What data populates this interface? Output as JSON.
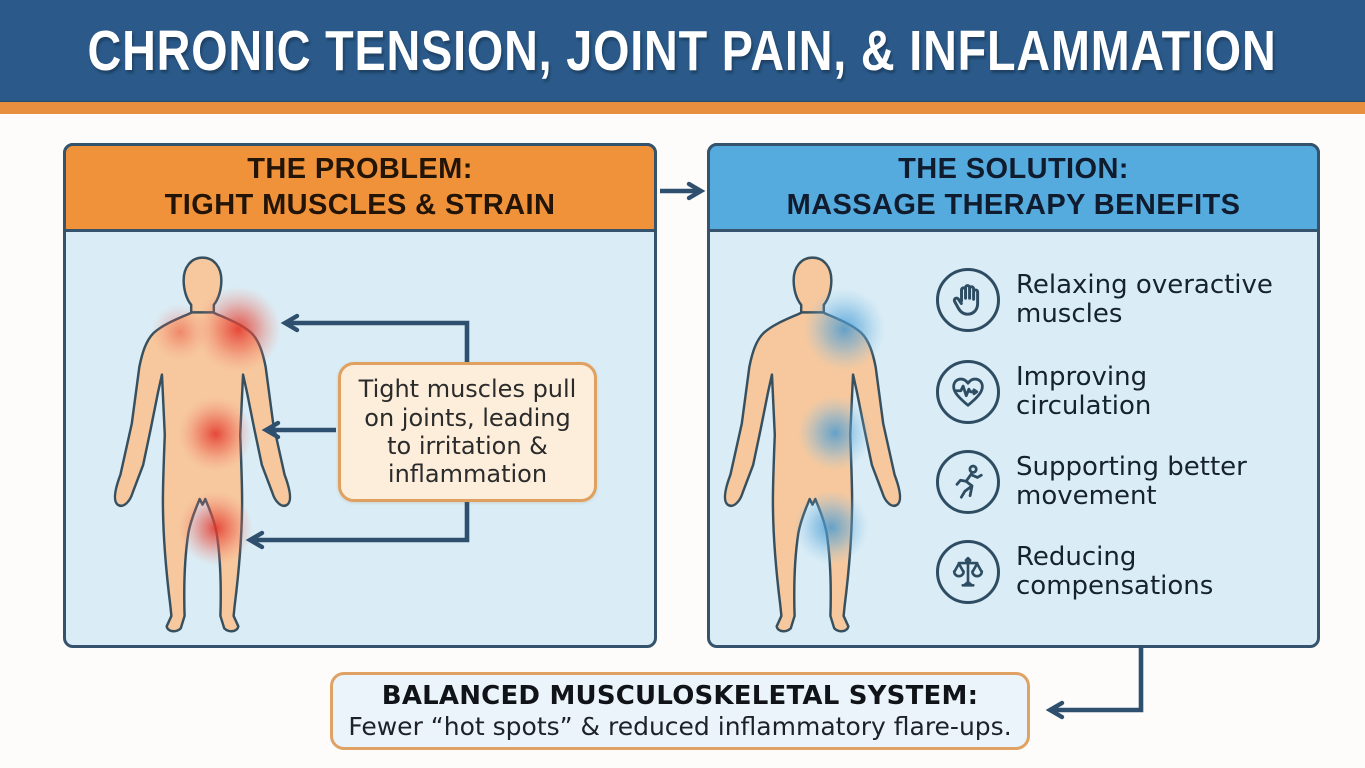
{
  "banner": {
    "title": "CHRONIC TENSION, JOINT PAIN, & INFLAMMATION"
  },
  "problem_panel": {
    "header_line1": "THE PROBLEM:",
    "header_line2": "TIGHT MUSCLES & STRAIN",
    "callout_text": "Tight muscles pull on joints, leading to irritation & inflammation",
    "figure": "human-body-with-red-pain-spots",
    "pain_spots": [
      "right shoulder",
      "left shoulder (mild)",
      "right hip",
      "right knee"
    ]
  },
  "solution_panel": {
    "header_line1": "THE SOLUTION:",
    "header_line2": "MASSAGE THERAPY BENEFITS",
    "figure": "human-body-with-blue-relief-spots",
    "relief_spots": [
      "right shoulder",
      "right hip",
      "right knee"
    ],
    "benefits": [
      {
        "icon": "hand-icon",
        "line1": "Relaxing overactive",
        "line2": "muscles"
      },
      {
        "icon": "heart-pulse-icon",
        "line1": "Improving",
        "line2": "circulation"
      },
      {
        "icon": "running-person-icon",
        "line1": "Supporting better",
        "line2": "movement"
      },
      {
        "icon": "balance-scale-icon",
        "line1": "Reducing",
        "line2": "compensations"
      }
    ]
  },
  "outcome_box": {
    "title": "BALANCED MUSCULOSKELETAL SYSTEM:",
    "subtitle": "Fewer “hot spots” & reduced inflammatory flare-ups."
  },
  "colors": {
    "banner_blue": "#2b5a8a",
    "accent_orange_stripe": "#e78f3f",
    "problem_header_orange": "#f0923a",
    "solution_header_blue": "#55aade",
    "panel_body_blue": "#daedf6",
    "outline_dark_slate": "#2e4d63",
    "arrow_color": "#2f4f6e",
    "callout_bg": "#fdeedb",
    "callout_border": "#dfa060",
    "outcome_bg": "#ebf4fa",
    "skin": "#f7c89d",
    "pain_spot_red": "#e3362a",
    "relief_spot_blue": "#3f97d3"
  }
}
